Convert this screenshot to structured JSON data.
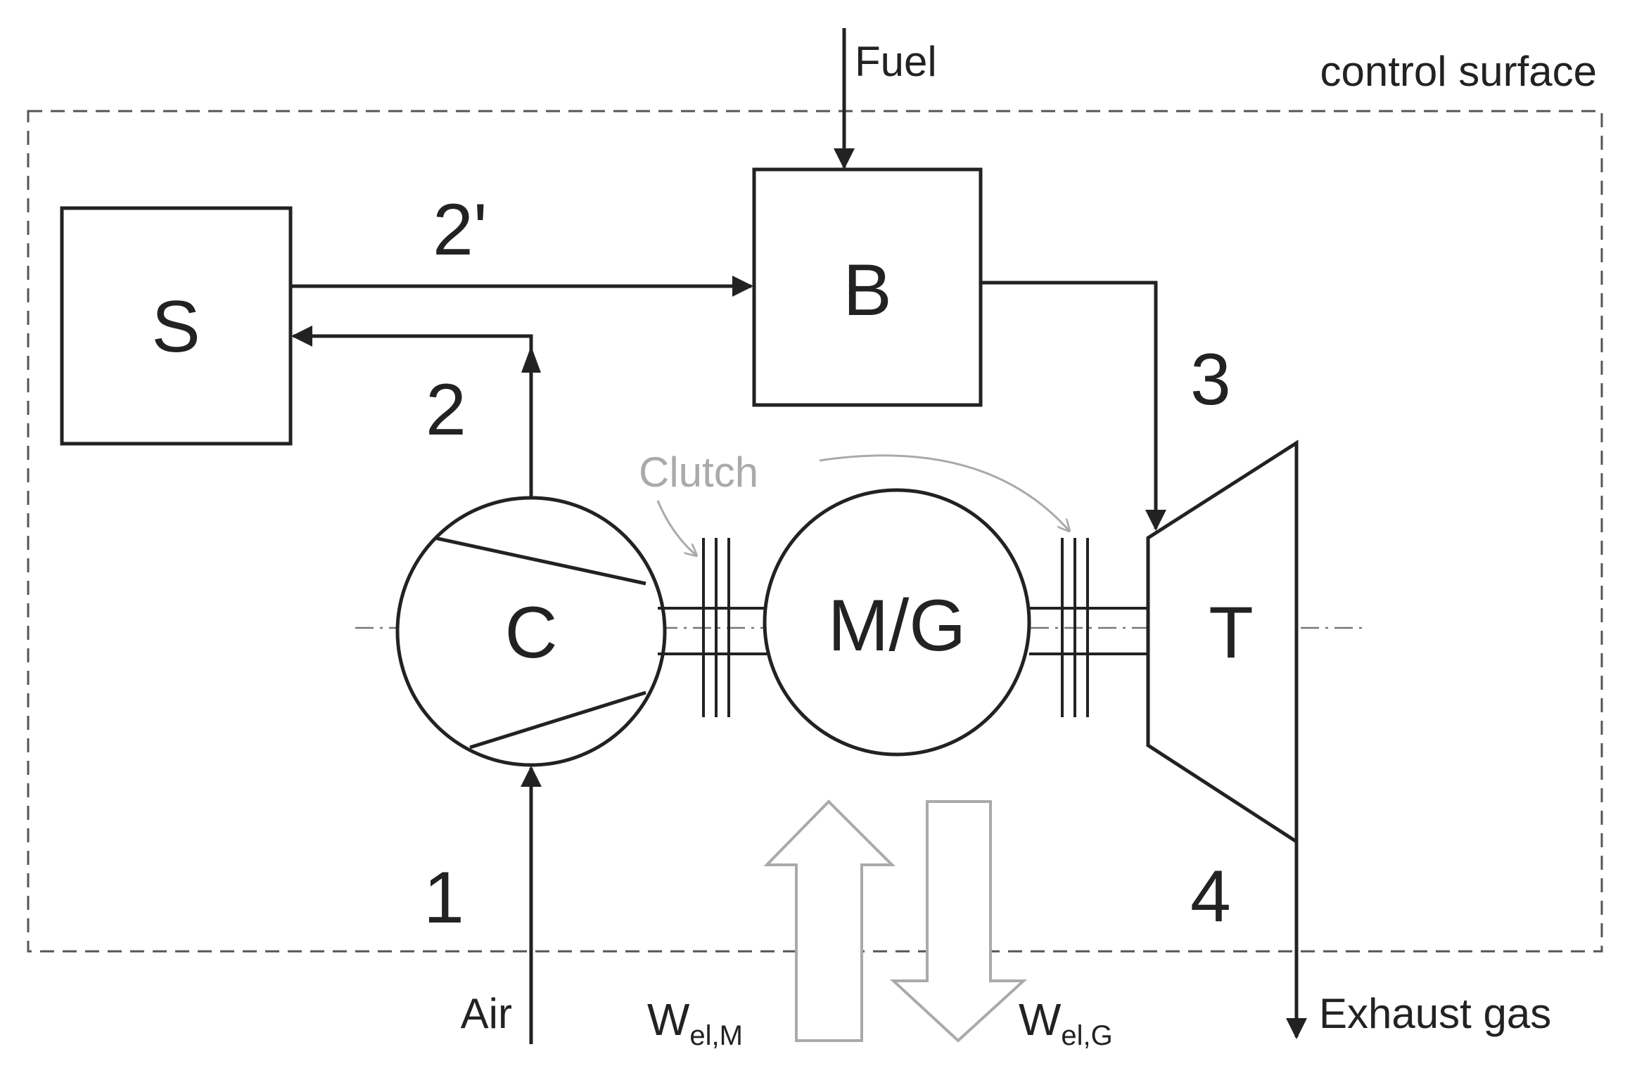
{
  "control_surface_label": "control surface",
  "fuel_label": "Fuel",
  "air_label": "Air",
  "exhaust_label": "Exhaust gas",
  "clutch_label": "Clutch",
  "components": {
    "separator": "S",
    "burner": "B",
    "compressor": "C",
    "motor_generator": "M/G",
    "turbine": "T"
  },
  "states": {
    "s1": "1",
    "s2": "2",
    "s2p": "2'",
    "s3": "3",
    "s4": "4"
  },
  "work_motor": {
    "main": "W",
    "sub": "el,M"
  },
  "work_generator": {
    "main": "W",
    "sub": "el,G"
  },
  "colors": {
    "line": "#222222",
    "faded": "#aaaaaa",
    "background": "#ffffff"
  }
}
